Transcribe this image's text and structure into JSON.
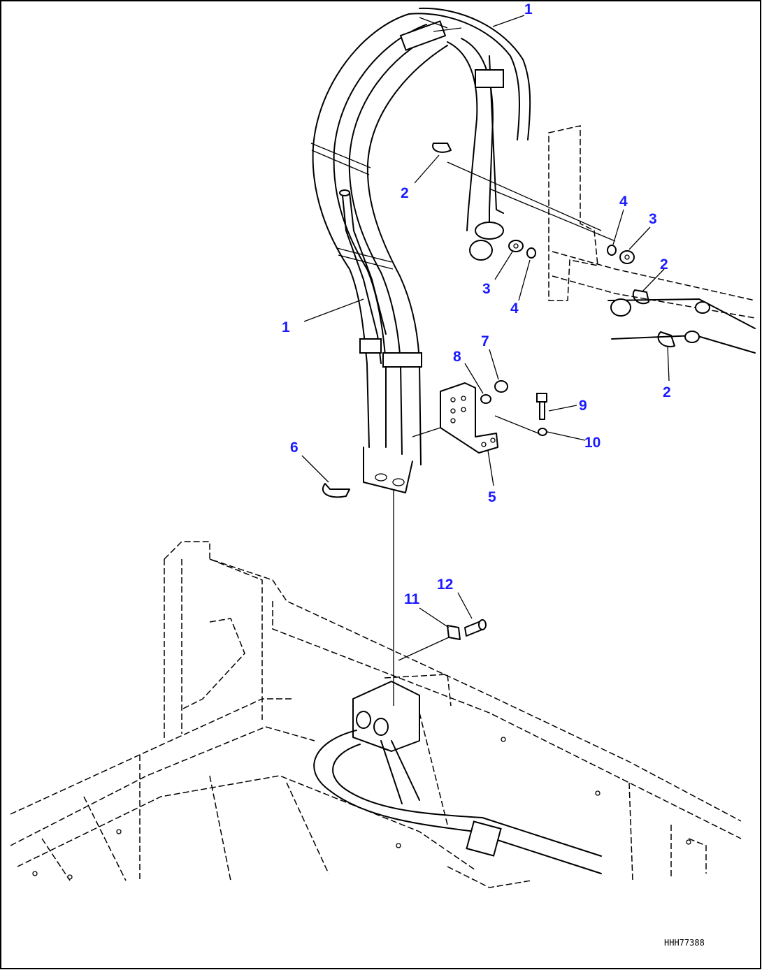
{
  "diagram": {
    "callouts": [
      {
        "id": "c1a",
        "label": "1"
      },
      {
        "id": "c1b",
        "label": "1"
      },
      {
        "id": "c2a",
        "label": "2"
      },
      {
        "id": "c2b",
        "label": "2"
      },
      {
        "id": "c2c",
        "label": "2"
      },
      {
        "id": "c3a",
        "label": "3"
      },
      {
        "id": "c3b",
        "label": "3"
      },
      {
        "id": "c4a",
        "label": "4"
      },
      {
        "id": "c4b",
        "label": "4"
      },
      {
        "id": "c5",
        "label": "5"
      },
      {
        "id": "c6",
        "label": "6"
      },
      {
        "id": "c7",
        "label": "7"
      },
      {
        "id": "c8",
        "label": "8"
      },
      {
        "id": "c9",
        "label": "9"
      },
      {
        "id": "c10",
        "label": "10"
      },
      {
        "id": "c11",
        "label": "11"
      },
      {
        "id": "c12",
        "label": "12"
      }
    ],
    "drawing_code": "HHH77388",
    "callout_color": "#1a1aff",
    "line_color": "#000000"
  }
}
